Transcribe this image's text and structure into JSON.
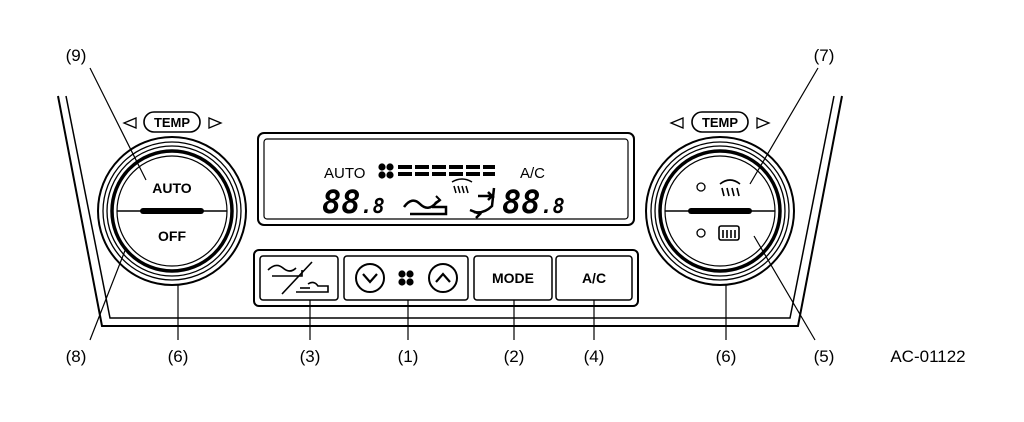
{
  "doc_code": "AC-01122",
  "temp_label": "TEMP",
  "left_dial": {
    "top_label": "AUTO",
    "bottom_label": "OFF"
  },
  "display": {
    "auto_text": "AUTO",
    "ac_text": "A/C",
    "left_temp_big": "88",
    "left_temp_small": ".8",
    "right_temp_big": "88",
    "right_temp_small": ".8"
  },
  "buttons": {
    "mode": "MODE",
    "ac": "A/C"
  },
  "callouts": {
    "c1": "(1)",
    "c2": "(2)",
    "c3": "(3)",
    "c4": "(4)",
    "c5": "(5)",
    "c6_left": "(6)",
    "c6_right": "(6)",
    "c7": "(7)",
    "c8": "(8)",
    "c9": "(9)"
  }
}
